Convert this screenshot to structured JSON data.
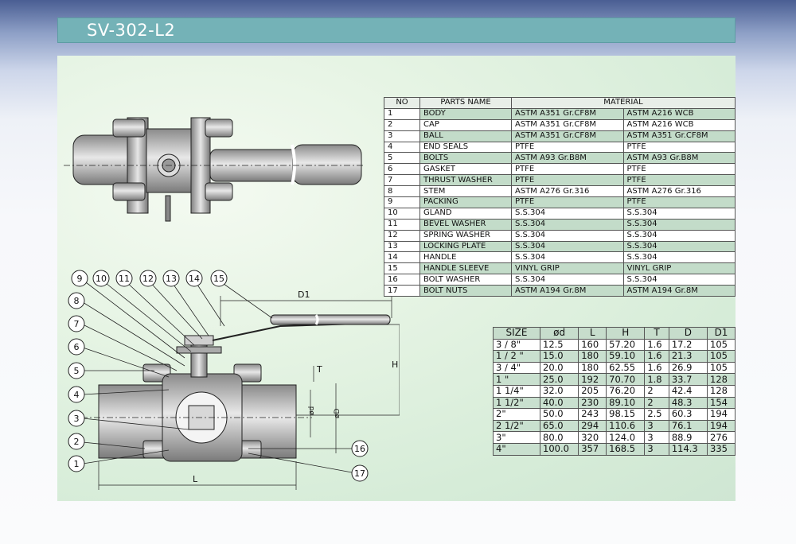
{
  "title": "SV-302-L2",
  "parts_table": {
    "headers": {
      "no": "NO",
      "name": "PARTS NAME",
      "material": "MATERIAL"
    },
    "rows": [
      {
        "no": "1",
        "name": "BODY",
        "m1": "ASTM  A351 Gr.CF8M",
        "m2": "ASTM  A216 WCB"
      },
      {
        "no": "2",
        "name": "CAP",
        "m1": "ASTM  A351 Gr.CF8M",
        "m2": "ASTM  A216 WCB"
      },
      {
        "no": "3",
        "name": "BALL",
        "m1": "ASTM  A351 Gr.CF8M",
        "m2": "ASTM  A351 Gr.CF8M"
      },
      {
        "no": "4",
        "name": "END SEALS",
        "m1": "PTFE",
        "m2": "PTFE"
      },
      {
        "no": "5",
        "name": "BOLTS",
        "m1": "ASTM A93 Gr.B8M",
        "m2": "ASTM A93 Gr.B8M"
      },
      {
        "no": "6",
        "name": "GASKET",
        "m1": "PTFE",
        "m2": "PTFE"
      },
      {
        "no": "7",
        "name": "THRUST WASHER",
        "m1": "PTFE",
        "m2": "PTFE"
      },
      {
        "no": "8",
        "name": "STEM",
        "m1": "ASTM  A276 Gr.316",
        "m2": "ASTM  A276 Gr.316"
      },
      {
        "no": "9",
        "name": "PACKING",
        "m1": "PTFE",
        "m2": "PTFE"
      },
      {
        "no": "10",
        "name": "GLAND",
        "m1": "S.S.304",
        "m2": "S.S.304"
      },
      {
        "no": "11",
        "name": "BEVEL WASHER",
        "m1": "S.S.304",
        "m2": "S.S.304"
      },
      {
        "no": "12",
        "name": "SPRING WASHER",
        "m1": "S.S.304",
        "m2": "S.S.304"
      },
      {
        "no": "13",
        "name": "LOCKING PLATE",
        "m1": "S.S.304",
        "m2": "S.S.304"
      },
      {
        "no": "14",
        "name": "HANDLE",
        "m1": "S.S.304",
        "m2": "S.S.304"
      },
      {
        "no": "15",
        "name": "HANDLE SLEEVE",
        "m1": "VINYL GRIP",
        "m2": "VINYL GRIP"
      },
      {
        "no": "16",
        "name": "BOLT WASHER",
        "m1": "S.S.304",
        "m2": "S.S.304"
      },
      {
        "no": "17",
        "name": "BOLT NUTS",
        "m1": "ASTM A194 Gr.8M",
        "m2": "ASTM A194 Gr.8M"
      }
    ]
  },
  "size_table": {
    "headers": [
      "SIZE",
      "ød",
      "L",
      "H",
      "T",
      "D",
      "D1"
    ],
    "rows": [
      [
        "3 / 8\"",
        "12.5",
        "160",
        "57.20",
        "1.6",
        "17.2",
        "105"
      ],
      [
        "1 / 2 \"",
        "15.0",
        "180",
        "59.10",
        "1.6",
        "21.3",
        "105"
      ],
      [
        "3 / 4\"",
        "20.0",
        "180",
        "62.55",
        "1.6",
        "26.9",
        "105"
      ],
      [
        "1 \"",
        "25.0",
        "192",
        "70.70",
        "1.8",
        "33.7",
        "128"
      ],
      [
        "1 1/4\"",
        "32.0",
        "205",
        "76.20",
        "2",
        "42.4",
        "128"
      ],
      [
        "1 1/2\"",
        "40.0",
        "230",
        "89.10",
        "2",
        "48.3",
        "154"
      ],
      [
        "2\"",
        "50.0",
        "243",
        "98.15",
        "2.5",
        "60.3",
        "194"
      ],
      [
        "2 1/2\"",
        "65.0",
        "294",
        "110.6",
        "3",
        "76.1",
        "194"
      ],
      [
        "3\"",
        "80.0",
        "320",
        "124.0",
        "3",
        "88.9",
        "276"
      ],
      [
        "4\"",
        "100.0",
        "357",
        "168.5",
        "3",
        "114.3",
        "335"
      ]
    ]
  },
  "drawing": {
    "callouts": [
      "1",
      "2",
      "3",
      "4",
      "5",
      "6",
      "7",
      "8",
      "9",
      "10",
      "11",
      "12",
      "13",
      "14",
      "15",
      "16",
      "17"
    ],
    "dims": {
      "d1": "D1",
      "h": "H",
      "t": "T",
      "d": "ød",
      "D": "øD",
      "l": "L"
    }
  },
  "colors": {
    "title_bar": "#74b2b7",
    "panel": "#d9eedb",
    "shade": "#c3dcc9"
  }
}
